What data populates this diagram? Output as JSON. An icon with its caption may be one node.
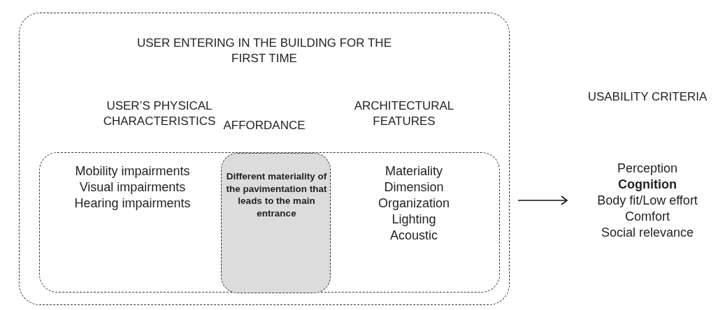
{
  "diagram": {
    "nodes": [
      {
        "text": [
          "USER ENTERING IN THE BUILDING FOR THE FIRST TIME",
          "USER’S PHYSICAL CHARACTERISTICS",
          "AFFORDANCE",
          "ARCHITECTURAL FEATURES"
        ]
      },
      {
        "text": [
          "Mobility impairments",
          "Visual impairments",
          "Hearing impairments",
          "Materiality",
          "Dimension",
          "Organization",
          "Lighting",
          "Acoustic"
        ],
        "in": 0
      },
      {
        "text": [
          "Different materiality of the pavimentation that leads to the main entrance"
        ],
        "in": 1
      },
      {
        "text": [
          "USABILITY CRITERIA",
          "Perception",
          "Cognition",
          "Body fit/Low effort",
          "Comfort",
          "Social relevance"
        ]
      }
    ],
    "edges": [
      {
        "from": 0,
        "to": 3,
        "arrow": "to"
      }
    ]
  }
}
